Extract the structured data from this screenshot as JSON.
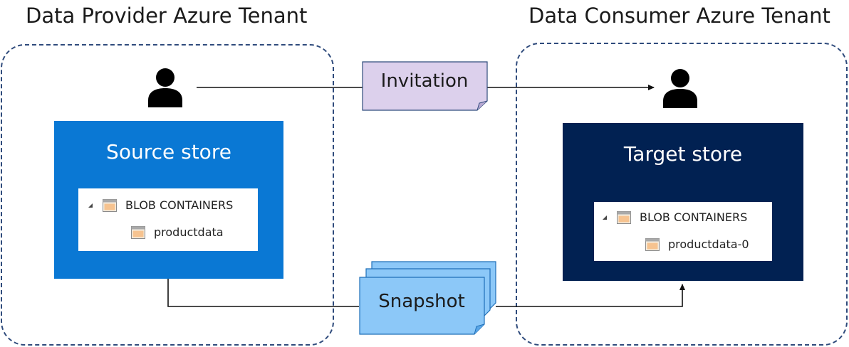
{
  "provider_tenant": {
    "title": "Data Provider Azure Tenant",
    "source_store": {
      "title": "Source store",
      "tree": {
        "root_label": "BLOB CONTAINERS",
        "child_label": "productdata"
      }
    }
  },
  "consumer_tenant": {
    "title": "Data Consumer Azure Tenant",
    "target_store": {
      "title": "Target store",
      "tree": {
        "root_label": "BLOB CONTAINERS",
        "child_label": "productdata-0"
      }
    }
  },
  "invitation": {
    "label": "Invitation"
  },
  "snapshot": {
    "label": "Snapshot"
  },
  "colors": {
    "tenant_border": "#2f4b7c",
    "source_store": "#0a78d4",
    "target_store": "#012152",
    "invitation_fill": "#dcd0ec",
    "snapshot_fill": "#8cc8f8",
    "snapshot_stroke": "#1f6fb8"
  },
  "icons": {
    "user": "person-icon",
    "container": "container-icon",
    "tree_toggle": "triangle-collapse-icon"
  }
}
